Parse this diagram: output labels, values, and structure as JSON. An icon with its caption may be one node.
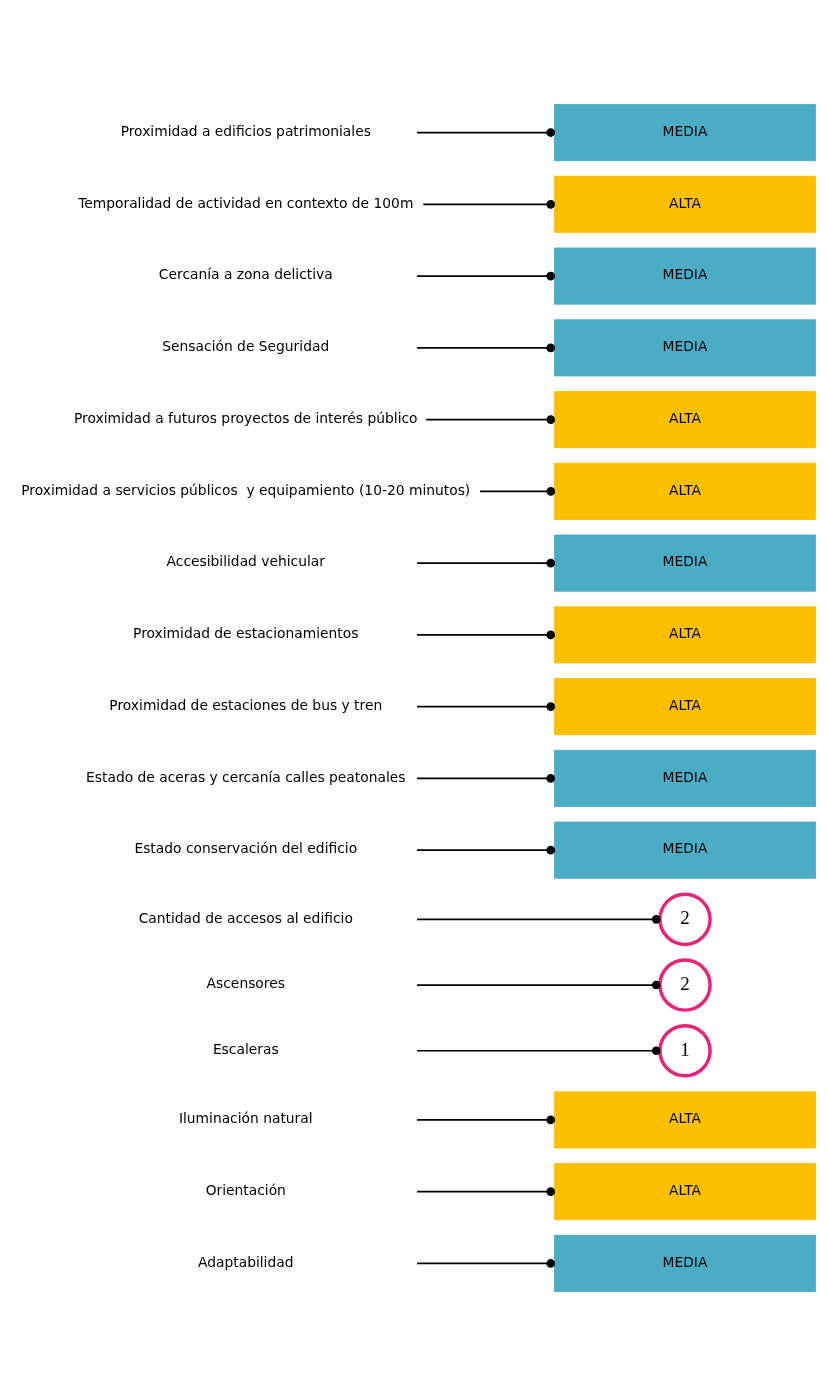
{
  "diagram": {
    "nodes": [
      {
        "text": [
          "Proximidad a edificios patrimoniales"
        ]
      },
      {
        "text": [
          "MEDIA"
        ]
      },
      {
        "text": [
          "Temporalidad de actividad en contexto de 100m"
        ]
      },
      {
        "text": [
          "ALTA"
        ]
      },
      {
        "text": [
          "Cercanía a zona delictiva"
        ]
      },
      {
        "text": [
          "MEDIA"
        ]
      },
      {
        "text": [
          "Sensación de Seguridad"
        ]
      },
      {
        "text": [
          "MEDIA"
        ]
      },
      {
        "text": [
          "Proximidad a futuros proyectos de interés público"
        ]
      },
      {
        "text": [
          "ALTA"
        ]
      },
      {
        "text": [
          "Proximidad a servicios públicos  y equipamiento (10-20 minutos)"
        ]
      },
      {
        "text": [
          "ALTA"
        ]
      },
      {
        "text": [
          "Accesibilidad vehicular"
        ]
      },
      {
        "text": [
          "MEDIA"
        ]
      },
      {
        "text": [
          "Proximidad de estacionamientos"
        ]
      },
      {
        "text": [
          "ALTA"
        ]
      },
      {
        "text": [
          "Proximidad de estaciones de bus y tren"
        ]
      },
      {
        "text": [
          "ALTA"
        ]
      },
      {
        "text": [
          "Estado de aceras y cercanía calles peatonales"
        ]
      },
      {
        "text": [
          "MEDIA"
        ]
      },
      {
        "text": [
          "Estado conservación del edificio"
        ]
      },
      {
        "text": [
          "MEDIA"
        ]
      },
      {
        "text": [
          "Cantidad de accesos al edificio"
        ]
      },
      {
        "text": [
          "2"
        ]
      },
      {
        "text": [
          "Ascensores"
        ]
      },
      {
        "text": [
          "2"
        ]
      },
      {
        "text": [
          "Escaleras"
        ]
      },
      {
        "text": [
          "1"
        ]
      },
      {
        "text": [
          "Iluminación natural"
        ]
      },
      {
        "text": [
          "ALTA"
        ]
      },
      {
        "text": [
          "Orientación"
        ]
      },
      {
        "text": [
          "ALTA"
        ]
      },
      {
        "text": [
          "Adaptabilidad"
        ]
      },
      {
        "text": [
          "MEDIA"
        ]
      }
    ],
    "edges": [
      {
        "from": 0,
        "to": 1,
        "arrow": "other"
      },
      {
        "from": 2,
        "to": 3,
        "arrow": "other"
      },
      {
        "from": 4,
        "to": 5,
        "arrow": "other"
      },
      {
        "from": 6,
        "to": 7,
        "arrow": "other"
      },
      {
        "from": 8,
        "to": 9,
        "arrow": "other"
      },
      {
        "from": 10,
        "to": 11,
        "arrow": "other"
      },
      {
        "from": 12,
        "to": 13,
        "arrow": "other"
      },
      {
        "from": 14,
        "to": 15,
        "arrow": "other"
      },
      {
        "from": 16,
        "to": 17,
        "arrow": "other"
      },
      {
        "from": 18,
        "to": 19,
        "arrow": "other"
      },
      {
        "from": 20,
        "to": 21,
        "arrow": "other"
      },
      {
        "from": 22,
        "to": 23,
        "arrow": "other"
      },
      {
        "from": 24,
        "to": 25,
        "arrow": "other"
      },
      {
        "from": 26,
        "to": 27,
        "arrow": "other"
      },
      {
        "from": 28,
        "to": 29,
        "arrow": "other"
      },
      {
        "from": 30,
        "to": 31,
        "arrow": "other"
      },
      {
        "from": 32,
        "to": 33,
        "arrow": "other"
      }
    ]
  }
}
